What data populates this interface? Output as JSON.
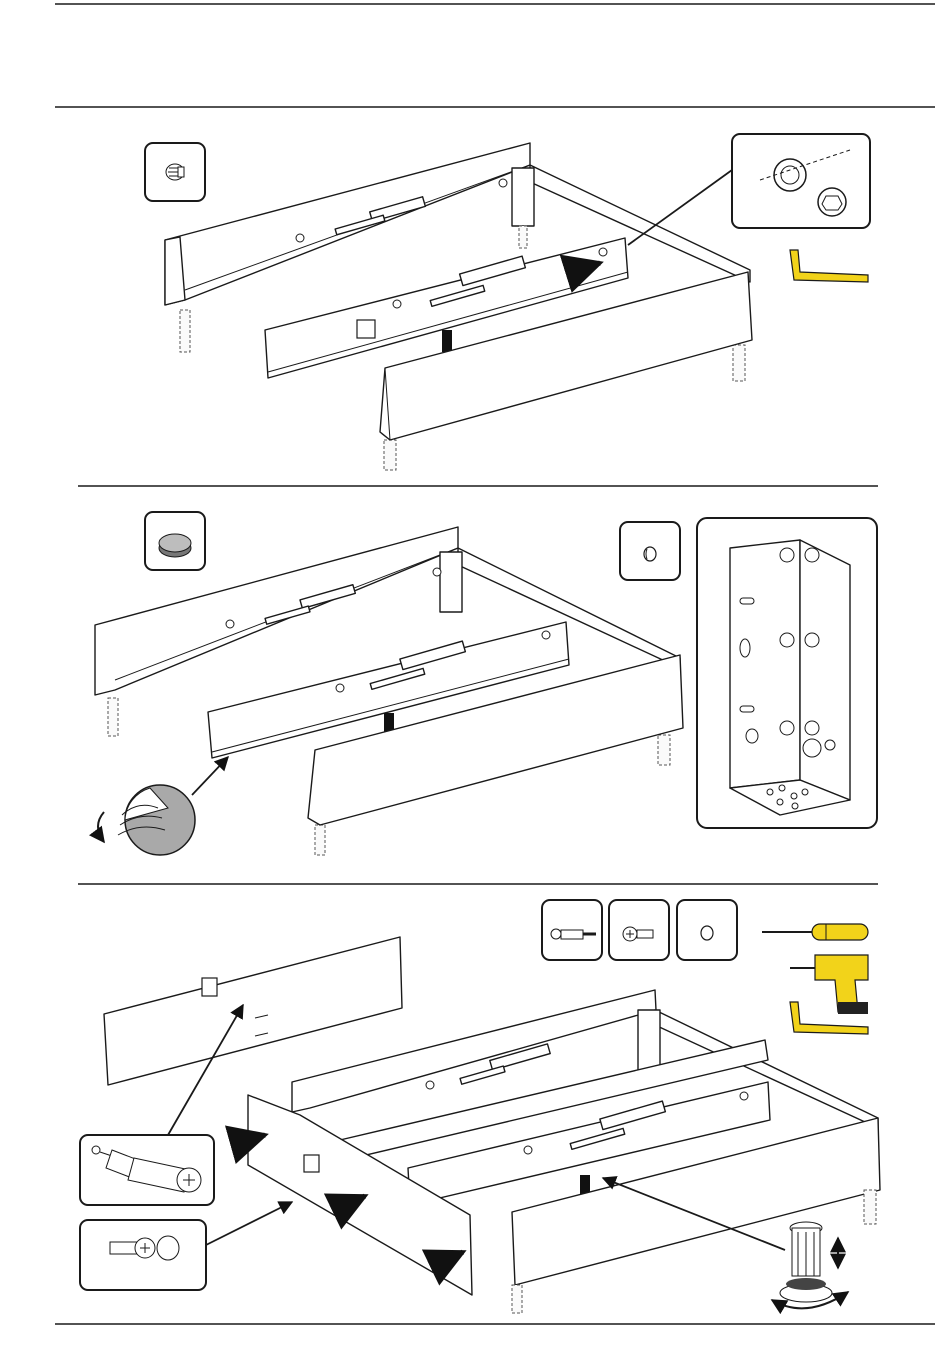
{
  "page": {
    "steps": [
      {
        "id": "step-1",
        "parts": [
          "cam-lock-fitting"
        ],
        "tools": [
          "allen-key"
        ]
      },
      {
        "id": "step-2",
        "parts": [
          "felt-pad",
          "cover-cap"
        ],
        "detail": "corner-bracket-detail"
      },
      {
        "id": "step-3",
        "parts": [
          "cam-bolt",
          "screw",
          "cover-cap"
        ],
        "tools": [
          "screwdriver",
          "power-drill",
          "allen-key"
        ]
      }
    ],
    "colors": {
      "line": "#1a1a1a",
      "tool_accent": "#f2d31a",
      "background": "#ffffff"
    }
  }
}
